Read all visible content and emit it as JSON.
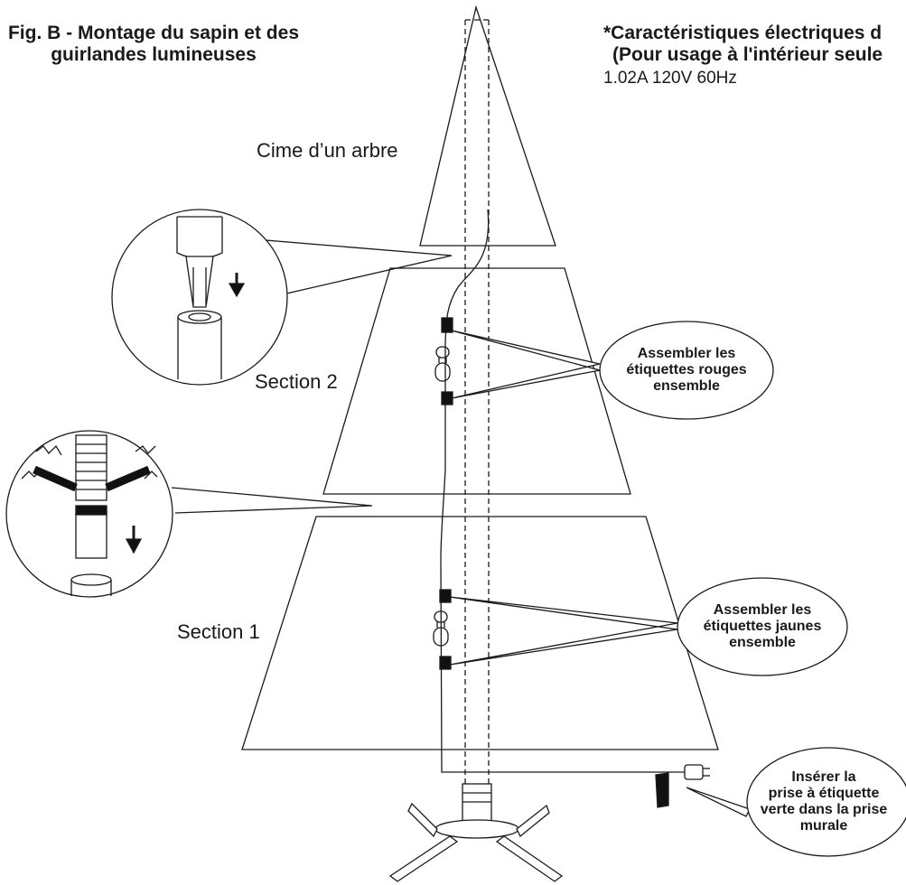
{
  "figure": {
    "title_line1": "Fig. B - Montage du sapin et des",
    "title_line2": "guirlandes lumineuses"
  },
  "specs": {
    "heading_line1": "*Caractéristiques électriques d",
    "heading_line2": "(Pour usage à l'intérieur seule",
    "rating": "1.02A 120V 60Hz"
  },
  "labels": {
    "top": "Cime d’un arbre",
    "section2": "Section 2",
    "section1": "Section 1"
  },
  "callouts": {
    "red": [
      "Assembler les",
      "étiquettes rouges",
      "ensemble"
    ],
    "yellow": [
      "Assembler les",
      "étiquettes jaunes",
      "ensemble"
    ],
    "plug": [
      "Insérer la",
      "prise à étiquette",
      "verte dans la prise",
      "murale"
    ]
  },
  "colors": {
    "line": "#1a1a1a",
    "tag": "#111111",
    "background": "#ffffff"
  }
}
